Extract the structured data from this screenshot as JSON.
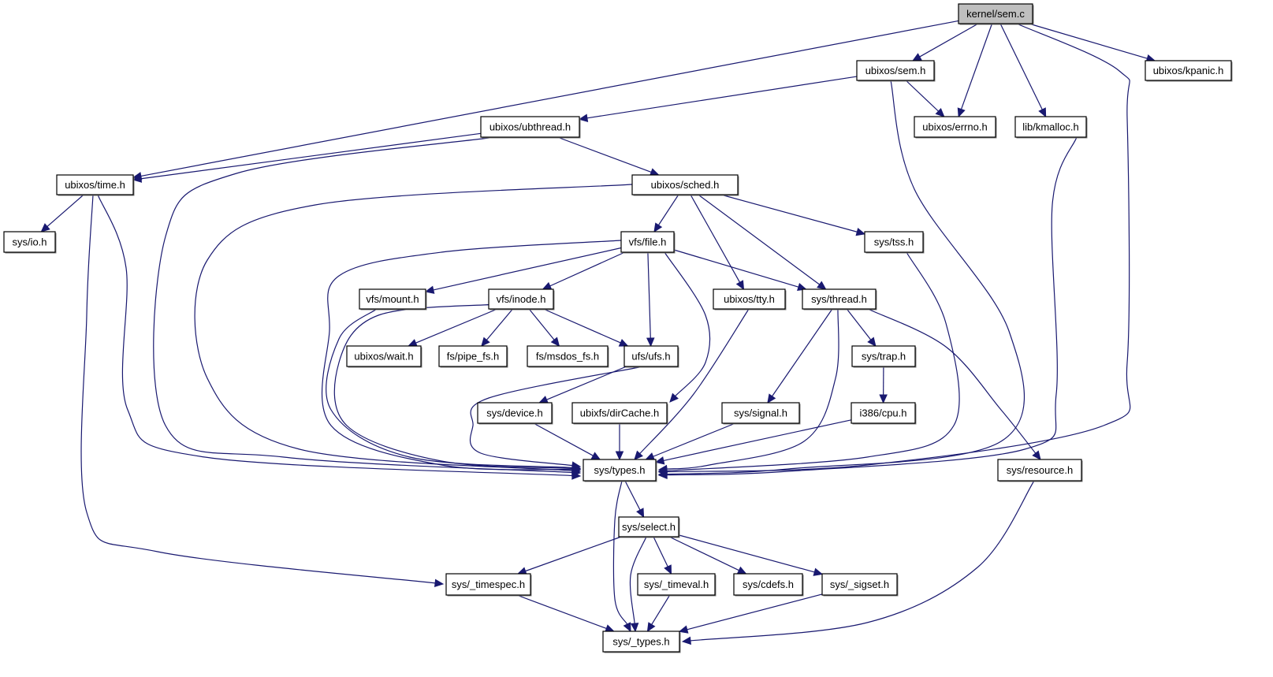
{
  "graph": {
    "title": "kernel/sem.c include dependency graph",
    "colors": {
      "edge": "#191970",
      "root_fill": "#bfbfbf",
      "node_fill": "#ffffff",
      "border": "#000000"
    },
    "root": "kernel/sem.c",
    "nodes": [
      {
        "id": "kernel/sem.c",
        "label": "kernel/sem.c",
        "root": true
      },
      {
        "id": "ubixos/sem.h",
        "label": "ubixos/sem.h"
      },
      {
        "id": "ubixos/kpanic.h",
        "label": "ubixos/kpanic.h"
      },
      {
        "id": "ubixos/errno.h",
        "label": "ubixos/errno.h"
      },
      {
        "id": "lib/kmalloc.h",
        "label": "lib/kmalloc.h"
      },
      {
        "id": "ubixos/ubthread.h",
        "label": "ubixos/ubthread.h"
      },
      {
        "id": "ubixos/time.h",
        "label": "ubixos/time.h"
      },
      {
        "id": "ubixos/sched.h",
        "label": "ubixos/sched.h"
      },
      {
        "id": "sys/io.h",
        "label": "sys/io.h"
      },
      {
        "id": "vfs/file.h",
        "label": "vfs/file.h"
      },
      {
        "id": "sys/tss.h",
        "label": "sys/tss.h"
      },
      {
        "id": "vfs/mount.h",
        "label": "vfs/mount.h"
      },
      {
        "id": "vfs/inode.h",
        "label": "vfs/inode.h"
      },
      {
        "id": "ubixos/tty.h",
        "label": "ubixos/tty.h"
      },
      {
        "id": "sys/thread.h",
        "label": "sys/thread.h"
      },
      {
        "id": "ubixos/wait.h",
        "label": "ubixos/wait.h"
      },
      {
        "id": "fs/pipe_fs.h",
        "label": "fs/pipe_fs.h"
      },
      {
        "id": "fs/msdos_fs.h",
        "label": "fs/msdos_fs.h"
      },
      {
        "id": "ufs/ufs.h",
        "label": "ufs/ufs.h"
      },
      {
        "id": "sys/trap.h",
        "label": "sys/trap.h"
      },
      {
        "id": "sys/device.h",
        "label": "sys/device.h"
      },
      {
        "id": "ubixfs/dirCache.h",
        "label": "ubixfs/dirCache.h"
      },
      {
        "id": "sys/signal.h",
        "label": "sys/signal.h"
      },
      {
        "id": "i386/cpu.h",
        "label": "i386/cpu.h"
      },
      {
        "id": "sys/types.h",
        "label": "sys/types.h"
      },
      {
        "id": "sys/resource.h",
        "label": "sys/resource.h"
      },
      {
        "id": "sys/select.h",
        "label": "sys/select.h"
      },
      {
        "id": "sys/_timespec.h",
        "label": "sys/_timespec.h"
      },
      {
        "id": "sys/_timeval.h",
        "label": "sys/_timeval.h"
      },
      {
        "id": "sys/cdefs.h",
        "label": "sys/cdefs.h"
      },
      {
        "id": "sys/_sigset.h",
        "label": "sys/_sigset.h"
      },
      {
        "id": "sys/_types.h",
        "label": "sys/_types.h"
      }
    ],
    "edges": [
      {
        "from": "kernel/sem.c",
        "to": "ubixos/time.h"
      },
      {
        "from": "kernel/sem.c",
        "to": "ubixos/sem.h"
      },
      {
        "from": "kernel/sem.c",
        "to": "ubixos/errno.h"
      },
      {
        "from": "kernel/sem.c",
        "to": "lib/kmalloc.h"
      },
      {
        "from": "kernel/sem.c",
        "to": "sys/types.h"
      },
      {
        "from": "kernel/sem.c",
        "to": "ubixos/kpanic.h"
      },
      {
        "from": "ubixos/sem.h",
        "to": "ubixos/ubthread.h"
      },
      {
        "from": "ubixos/sem.h",
        "to": "ubixos/errno.h"
      },
      {
        "from": "ubixos/sem.h",
        "to": "sys/types.h"
      },
      {
        "from": "ubixos/ubthread.h",
        "to": "ubixos/time.h"
      },
      {
        "from": "ubixos/ubthread.h",
        "to": "ubixos/sched.h"
      },
      {
        "from": "ubixos/ubthread.h",
        "to": "sys/types.h"
      },
      {
        "from": "lib/kmalloc.h",
        "to": "sys/types.h"
      },
      {
        "from": "ubixos/time.h",
        "to": "sys/io.h"
      },
      {
        "from": "ubixos/time.h",
        "to": "sys/types.h"
      },
      {
        "from": "ubixos/time.h",
        "to": "sys/_timespec.h"
      },
      {
        "from": "ubixos/sched.h",
        "to": "vfs/file.h"
      },
      {
        "from": "ubixos/sched.h",
        "to": "ubixos/tty.h"
      },
      {
        "from": "ubixos/sched.h",
        "to": "sys/thread.h"
      },
      {
        "from": "ubixos/sched.h",
        "to": "sys/tss.h"
      },
      {
        "from": "ubixos/sched.h",
        "to": "sys/types.h"
      },
      {
        "from": "sys/tss.h",
        "to": "sys/types.h"
      },
      {
        "from": "vfs/file.h",
        "to": "vfs/mount.h"
      },
      {
        "from": "vfs/file.h",
        "to": "vfs/inode.h"
      },
      {
        "from": "vfs/file.h",
        "to": "ufs/ufs.h"
      },
      {
        "from": "vfs/file.h",
        "to": "ubixfs/dirCache.h"
      },
      {
        "from": "vfs/file.h",
        "to": "sys/thread.h"
      },
      {
        "from": "vfs/file.h",
        "to": "sys/types.h"
      },
      {
        "from": "vfs/mount.h",
        "to": "sys/types.h"
      },
      {
        "from": "vfs/inode.h",
        "to": "ubixos/wait.h"
      },
      {
        "from": "vfs/inode.h",
        "to": "fs/pipe_fs.h"
      },
      {
        "from": "vfs/inode.h",
        "to": "fs/msdos_fs.h"
      },
      {
        "from": "vfs/inode.h",
        "to": "ufs/ufs.h"
      },
      {
        "from": "vfs/inode.h",
        "to": "sys/types.h"
      },
      {
        "from": "ufs/ufs.h",
        "to": "sys/device.h"
      },
      {
        "from": "ufs/ufs.h",
        "to": "sys/types.h"
      },
      {
        "from": "ubixos/tty.h",
        "to": "sys/types.h"
      },
      {
        "from": "sys/thread.h",
        "to": "sys/signal.h"
      },
      {
        "from": "sys/thread.h",
        "to": "sys/trap.h"
      },
      {
        "from": "sys/thread.h",
        "to": "sys/resource.h"
      },
      {
        "from": "sys/thread.h",
        "to": "sys/types.h"
      },
      {
        "from": "sys/trap.h",
        "to": "i386/cpu.h"
      },
      {
        "from": "i386/cpu.h",
        "to": "sys/types.h"
      },
      {
        "from": "sys/signal.h",
        "to": "sys/types.h"
      },
      {
        "from": "sys/device.h",
        "to": "sys/types.h"
      },
      {
        "from": "ubixfs/dirCache.h",
        "to": "sys/types.h"
      },
      {
        "from": "sys/types.h",
        "to": "sys/select.h"
      },
      {
        "from": "sys/types.h",
        "to": "sys/_types.h"
      },
      {
        "from": "sys/resource.h",
        "to": "sys/_types.h"
      },
      {
        "from": "sys/select.h",
        "to": "sys/_timespec.h"
      },
      {
        "from": "sys/select.h",
        "to": "sys/_timeval.h"
      },
      {
        "from": "sys/select.h",
        "to": "sys/cdefs.h"
      },
      {
        "from": "sys/select.h",
        "to": "sys/_sigset.h"
      },
      {
        "from": "sys/select.h",
        "to": "sys/_types.h"
      },
      {
        "from": "sys/_timespec.h",
        "to": "sys/_types.h"
      },
      {
        "from": "sys/_timeval.h",
        "to": "sys/_types.h"
      },
      {
        "from": "sys/_sigset.h",
        "to": "sys/_types.h"
      }
    ]
  }
}
